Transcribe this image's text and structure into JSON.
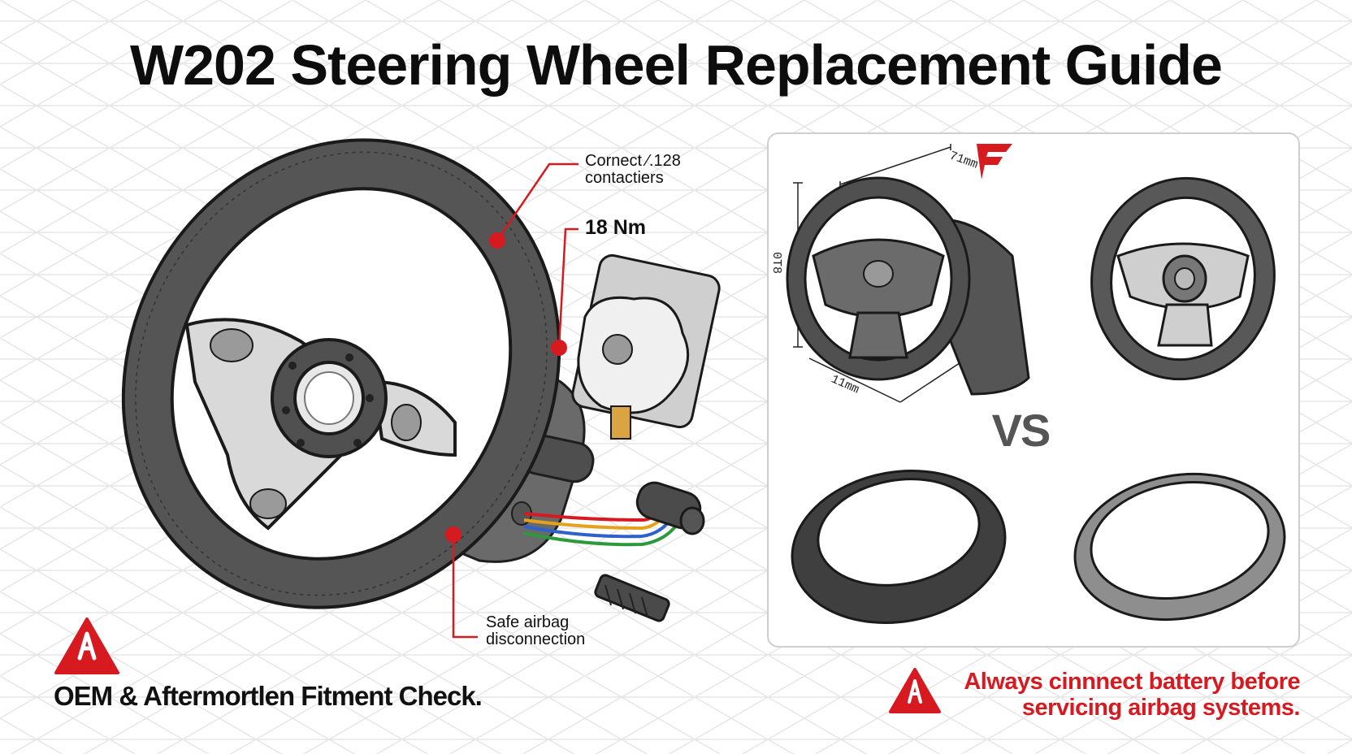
{
  "title": "W202 Steering Wheel Replacement Guide",
  "callouts": {
    "connect": "Cornect ⁄.128\ncontactiers",
    "torque": "18 Nm",
    "airbag": "Safe airbag\ndisconnection"
  },
  "compare": {
    "vs_label": "VS",
    "dim_top": "71mm",
    "dim_bottom": "11mm",
    "dim_side": "0T8"
  },
  "footer": {
    "left_text": "OEM & Aftermortlen Fitment Check.",
    "warning_text": "Always cinnnect battery before servicing airbag systems."
  },
  "colors": {
    "accent": "#d71920",
    "wheel_dark": "#4a4a4a",
    "wheel_light": "#c8c8c8",
    "grid": "#e4e4e4"
  },
  "icons": [
    "warning-triangle-icon",
    "brand-logo-icon"
  ]
}
